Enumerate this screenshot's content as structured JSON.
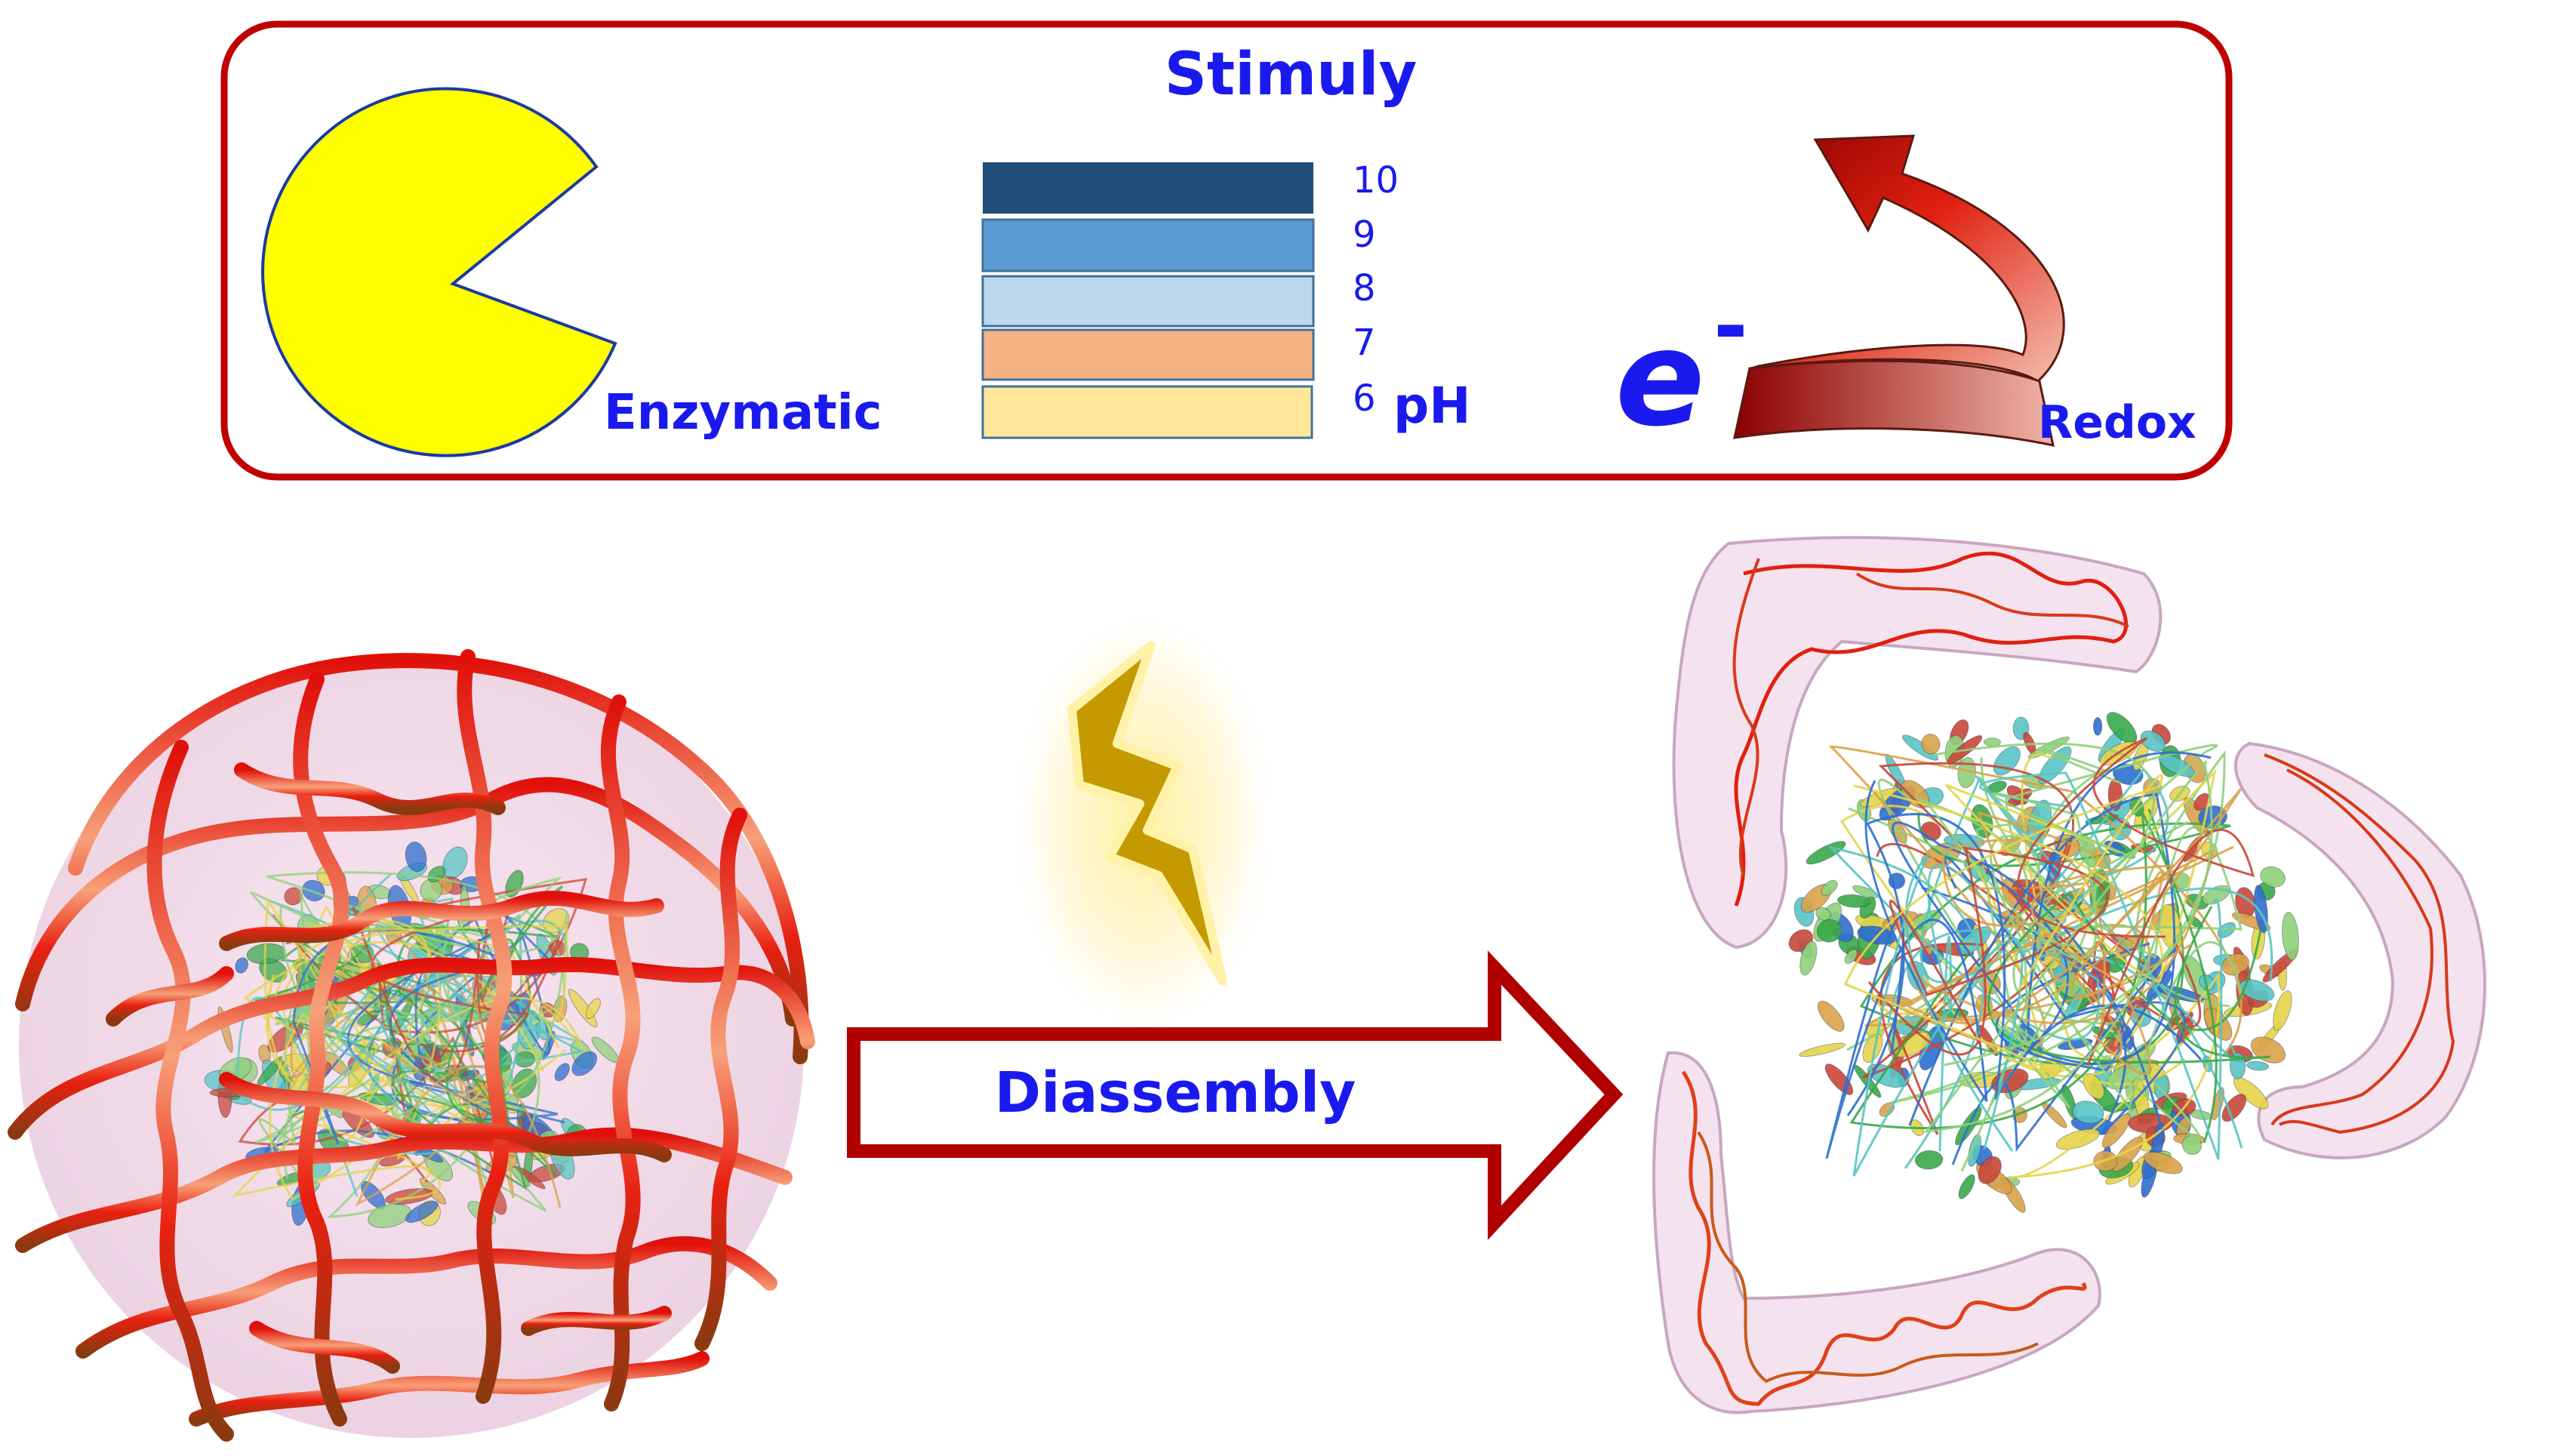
{
  "stimuli_panel": {
    "title": "Stimuly",
    "enzymatic_label": "Enzymatic",
    "ph_values": [
      "10",
      "9",
      "8",
      "7",
      "6"
    ],
    "ph_unit": "pH",
    "ph_colors": [
      "#1f4e79",
      "#5b9bd5",
      "#bdd7ee",
      "#f4b183",
      "#ffe699"
    ],
    "electron_label": "e",
    "electron_superscript": "-",
    "redox_label": "Redox",
    "border_color": "#c00000"
  },
  "process": {
    "arrow_label": "Diassembly",
    "trigger_icon": "lightning-bolt-icon"
  },
  "colors": {
    "text_blue": "#1a1aee",
    "pacman_yellow": "#ffff00",
    "cage_red": "#e8140a",
    "membrane_pink": "#f2dcea"
  }
}
